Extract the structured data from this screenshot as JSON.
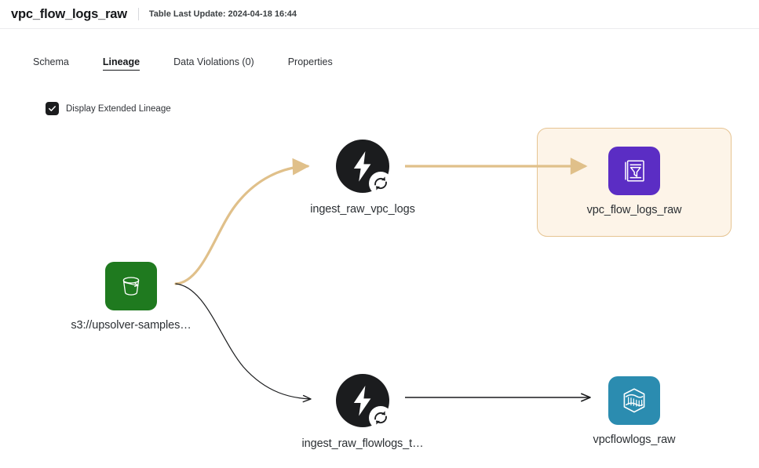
{
  "header": {
    "title": "vpc_flow_logs_raw",
    "meta_label": "Table Last Update: 2024-04-18 16:44"
  },
  "tabs": [
    {
      "label": "Schema",
      "active": false
    },
    {
      "label": "Lineage",
      "active": true
    },
    {
      "label": "Data Violations (0)",
      "active": false
    },
    {
      "label": "Properties",
      "active": false
    }
  ],
  "options": {
    "extended_lineage_label": "Display Extended Lineage",
    "extended_lineage_checked": true
  },
  "graph": {
    "nodes": [
      {
        "id": "s3_source",
        "label": "s3://upsolver-samples…",
        "icon": "s3-bucket-icon",
        "kind": "source"
      },
      {
        "id": "ingest_vpc",
        "label": "ingest_raw_vpc_logs",
        "icon": "job-lightning-icon",
        "kind": "job"
      },
      {
        "id": "vpc_flow_logs",
        "label": "vpc_flow_logs_raw",
        "icon": "table-filter-icon",
        "kind": "table"
      },
      {
        "id": "ingest_flowlogs",
        "label": "ingest_raw_flowlogs_t…",
        "icon": "job-lightning-icon",
        "kind": "job"
      },
      {
        "id": "vpcflowlogs_raw",
        "label": "vpcflowlogs_raw",
        "icon": "data-lake-icon",
        "kind": "lake"
      }
    ],
    "edges": [
      {
        "from": "s3_source",
        "to": "ingest_vpc",
        "style": "highlighted"
      },
      {
        "from": "ingest_vpc",
        "to": "vpc_flow_logs",
        "style": "highlighted"
      },
      {
        "from": "s3_source",
        "to": "ingest_flowlogs",
        "style": "normal"
      },
      {
        "from": "ingest_flowlogs",
        "to": "vpcflowlogs_raw",
        "style": "normal"
      }
    ],
    "highlight_group": "vpc_flow_logs"
  },
  "colors": {
    "highlight_fill": "#fdf4e8",
    "highlight_border": "#e6c492",
    "highlight_edge": "#e0c08a",
    "normal_edge": "#1b1c1e",
    "bucket_green": "#1f7a1f",
    "table_purple": "#5b2dc4",
    "lake_teal": "#2b8cb0",
    "job_black": "#1b1c1e"
  }
}
